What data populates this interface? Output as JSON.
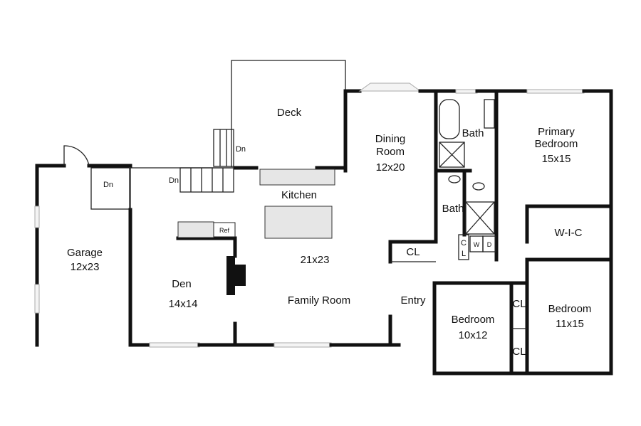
{
  "rooms": {
    "deck": {
      "name": "Deck"
    },
    "dining": {
      "name1": "Dining",
      "name2": "Room",
      "size": "12x20"
    },
    "bath1": {
      "name": "Bath"
    },
    "bath2": {
      "name": "Bath"
    },
    "primary": {
      "name1": "Primary",
      "name2": "Bedroom",
      "size": "15x15"
    },
    "wic": {
      "name": "W-I-C"
    },
    "kitchen": {
      "name": "Kitchen"
    },
    "family": {
      "size": "21x23",
      "name": "Family Room"
    },
    "garage": {
      "name": "Garage",
      "size": "12x23"
    },
    "den": {
      "name": "Den",
      "size": "14x14"
    },
    "entry": {
      "name": "Entry"
    },
    "bedroom1": {
      "name": "Bedroom",
      "size": "10x12"
    },
    "bedroom2": {
      "name": "Bedroom",
      "size": "11x15"
    }
  },
  "closets": {
    "entry_cl": "CL",
    "bed1_cl": "CL",
    "bed2_cl": "CL",
    "laundry_c": "C",
    "laundry_l": "L"
  },
  "fixtures": {
    "washer": "W",
    "dryer": "D",
    "ref": "Ref"
  },
  "stairs": {
    "deck_dn": "Dn",
    "main_dn": "Dn",
    "garage_dn": "Dn"
  }
}
